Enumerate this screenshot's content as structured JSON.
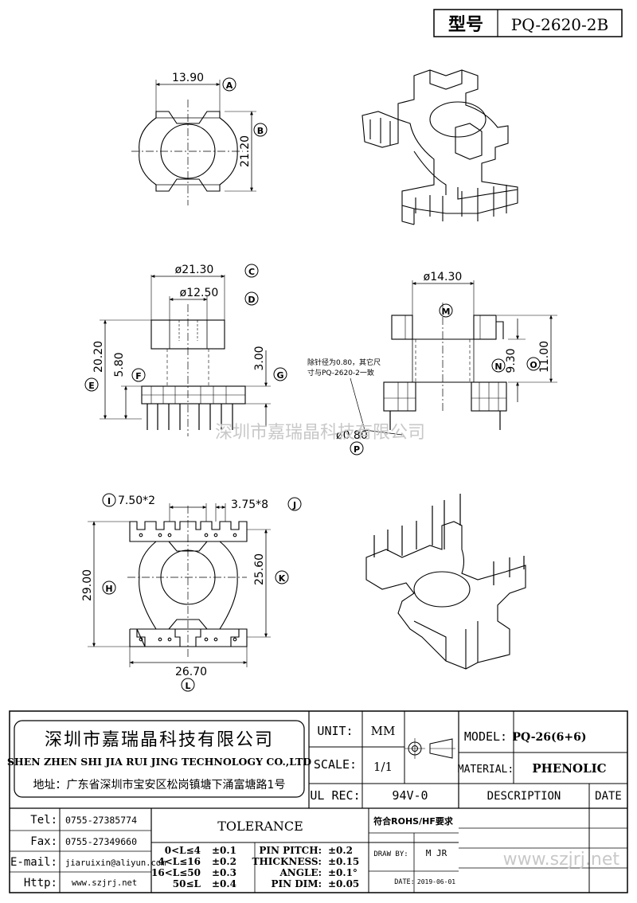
{
  "header": {
    "model_label": "型号",
    "model_value": "PQ-2620-2B"
  },
  "views": {
    "top": {
      "dim_a": "13.90",
      "dim_b": "21.20",
      "tag_a": "A",
      "tag_b": "B"
    },
    "front": {
      "dim_c": "ø21.30",
      "dim_d": "ø12.50",
      "dim_e": "20.20",
      "dim_f": "5.80",
      "dim_g": "3.00",
      "tag_c": "C",
      "tag_d": "D",
      "tag_e": "E",
      "tag_f": "F",
      "tag_g": "G"
    },
    "side": {
      "dim_m": "ø14.30",
      "dim_n": "9.30",
      "dim_o": "11.00",
      "dim_p": "ø0.80",
      "tag_m": "M",
      "tag_n": "N",
      "tag_o": "O",
      "tag_p": "P",
      "note_line1": "除针径为0.80，其它尺",
      "note_line2": "寸与PQ-2620-2一致"
    },
    "bottom": {
      "dim_i": "7.50*2",
      "dim_j": "3.75*8",
      "dim_h": "29.00",
      "dim_k": "25.60",
      "dim_l": "26.70",
      "tag_i": "I",
      "tag_j": "J",
      "tag_h": "H",
      "tag_k": "K",
      "tag_l": "L"
    }
  },
  "watermark_center": "深圳市嘉瑞晶科技有限公司",
  "watermark_corner": "www.szjrj.net",
  "title_block": {
    "company_cn": "深圳市嘉瑞晶科技有限公司",
    "company_en": "SHEN ZHEN SHI  JIA RUI JING  TECHNOLOGY CO.,LTD",
    "address": "地址：广东省深圳市宝安区松岗镇塘下涌富塘路1号",
    "unit_label": "UNIT:",
    "unit_value": "MM",
    "scale_label": "SCALE:",
    "scale_value": "1/1",
    "ul_label": "UL REC:",
    "ul_value": "94V-0",
    "model_label": "MODEL:",
    "model_value": "PQ-26(6+6)",
    "material_label": "MATERIAL:",
    "material_value": "PHENOLIC",
    "description_label": "DESCRIPTION",
    "date_label": "DATE",
    "tel_label": "Tel:",
    "tel_value": "0755-27385774",
    "fax_label": "Fax:",
    "fax_value": "0755-27349660",
    "email_label": "E-mail:",
    "email_value": "jiaruixin@aliyun.com",
    "http_label": "Http:",
    "http_value": "www.szjrj.net",
    "tolerance_title": "TOLERANCE",
    "tol_rows": [
      {
        "range": "0<L≤4",
        "value": "±0.1"
      },
      {
        "range": "4<L≤16",
        "value": "±0.2"
      },
      {
        "range": "16<L≤50",
        "value": "±0.3"
      },
      {
        "range": "50≤L",
        "value": "±0.4"
      }
    ],
    "spec_rows": [
      {
        "name": "PIN PITCH:",
        "value": "±0.2"
      },
      {
        "name": "THICKNESS:",
        "value": "±0.15"
      },
      {
        "name": "ANGLE:",
        "value": "±0.1°"
      },
      {
        "name": "PIN DIM:",
        "value": "±0.05"
      }
    ],
    "rohs": "符合ROHS/HF要求",
    "draw_by_label": "DRAW BY:",
    "draw_by_value": "M JR",
    "date_field_label": "DATE:",
    "date_field_value": "2019-06-01"
  }
}
